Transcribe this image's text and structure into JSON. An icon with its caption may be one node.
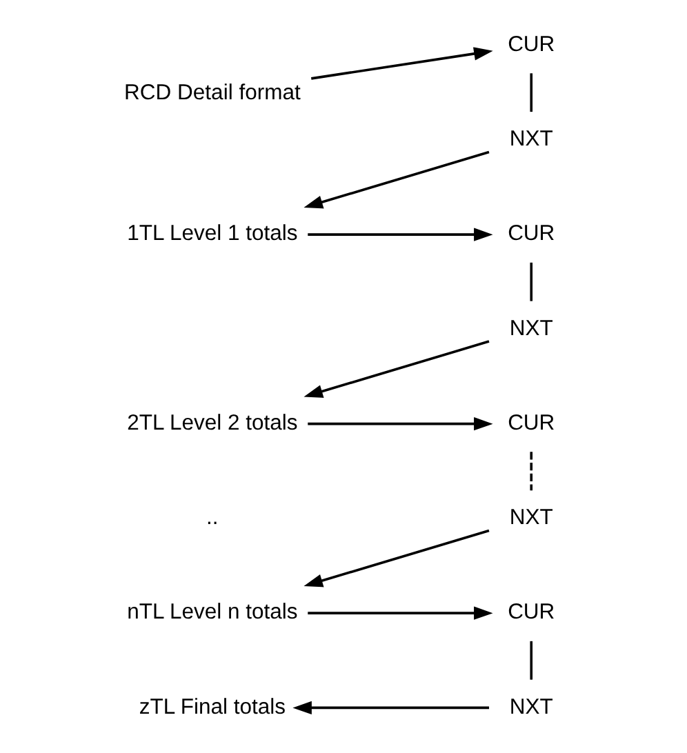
{
  "diagram": {
    "nodes": [
      {
        "text": [
          "RCD Detail format"
        ]
      },
      {
        "text": [
          "CUR"
        ]
      },
      {
        "text": [
          "NXT"
        ]
      },
      {
        "text": [
          "1TL Level 1 totals"
        ]
      },
      {
        "text": [
          "CUR"
        ]
      },
      {
        "text": [
          "NXT"
        ]
      },
      {
        "text": [
          "2TL Level 2 totals"
        ]
      },
      {
        "text": [
          "CUR"
        ]
      },
      {
        "text": [
          "NXT"
        ]
      },
      {
        "text": [
          "nTL Level n totals"
        ]
      },
      {
        "text": [
          "CUR"
        ]
      },
      {
        "text": [
          "NXT"
        ]
      },
      {
        "text": [
          "zTL Final totals"
        ]
      }
    ],
    "edges": [
      {
        "from": 0,
        "to": 1,
        "arrow": "to"
      },
      {
        "from": 1,
        "to": 2,
        "arrow": "none"
      },
      {
        "from": 2,
        "to": 3,
        "arrow": "to"
      },
      {
        "from": 3,
        "to": 4,
        "arrow": "to"
      },
      {
        "from": 4,
        "to": 5,
        "arrow": "none"
      },
      {
        "from": 5,
        "to": 6,
        "arrow": "to"
      },
      {
        "from": 6,
        "to": 7,
        "arrow": "to"
      },
      {
        "from": 7,
        "to": 8,
        "arrow": "none",
        "style": "dashed"
      },
      {
        "from": 8,
        "to": 9,
        "arrow": "to"
      },
      {
        "from": 9,
        "to": 10,
        "arrow": "to"
      },
      {
        "from": 10,
        "to": 11,
        "arrow": "none"
      },
      {
        "from": 11,
        "to": 12,
        "arrow": "to"
      }
    ],
    "labels": [
      ".."
    ]
  }
}
